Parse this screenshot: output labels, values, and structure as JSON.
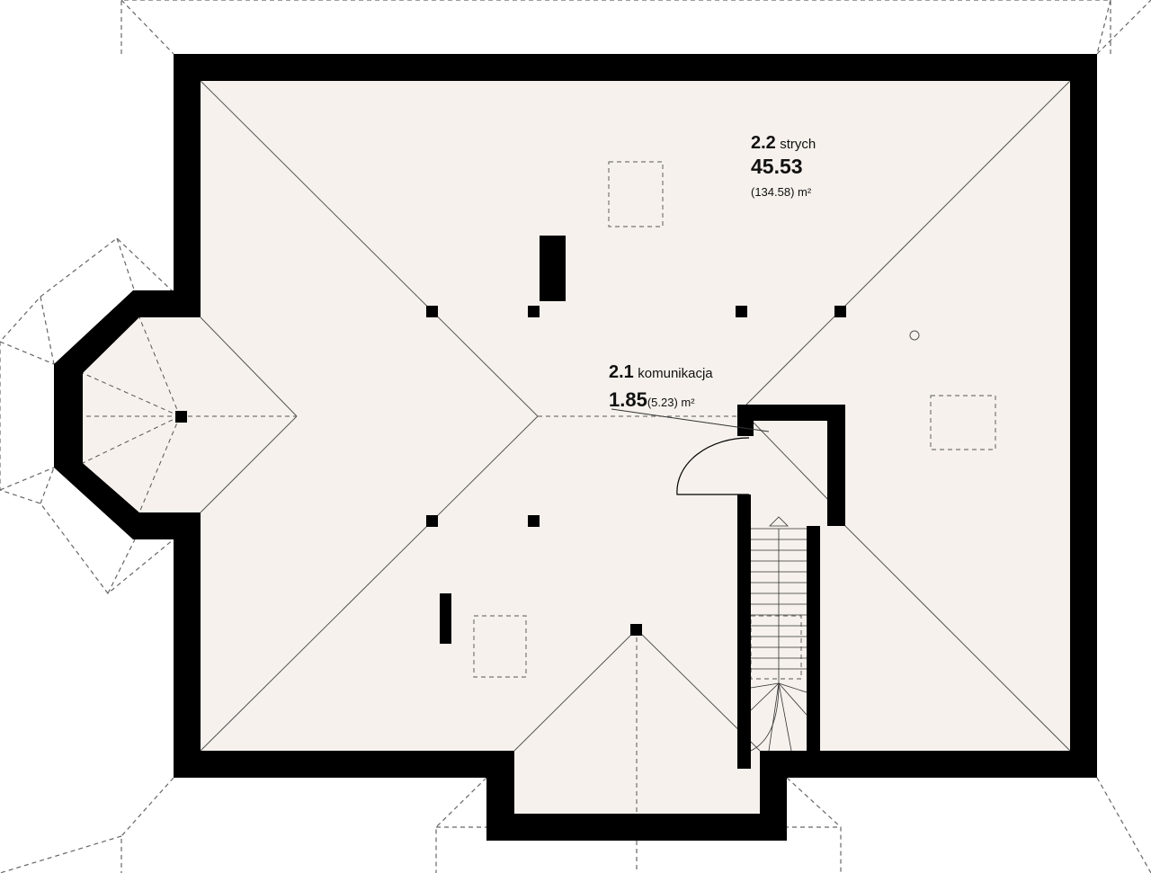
{
  "rooms": [
    {
      "number": "2.2",
      "name": "strych",
      "area": "45.53",
      "area_total": "(134.58) m²"
    },
    {
      "number": "2.1",
      "name": "komunikacja",
      "area": "1.85",
      "area_total": "(5.23) m²"
    }
  ],
  "colors": {
    "floor": "#f6f1ec",
    "wall": "#000000",
    "line": "#555555"
  }
}
